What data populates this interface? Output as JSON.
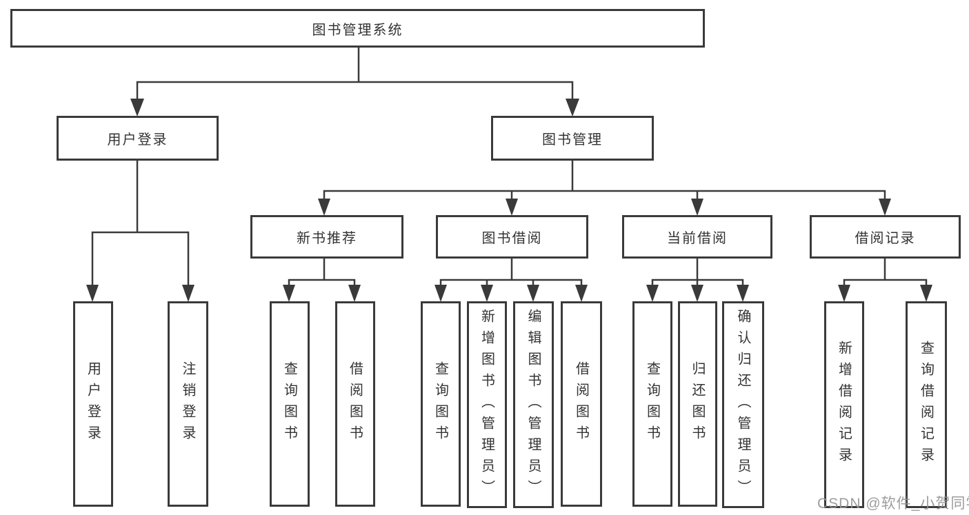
{
  "diagram_title": "图书管理系统",
  "nodes": {
    "root": "图书管理系统",
    "user_login": "用户登录",
    "book_mgmt": "图书管理",
    "new_book": "新书推荐",
    "book_borrow": "图书借阅",
    "current_borrow": "当前借阅",
    "borrow_records": "借阅记录"
  },
  "leaves": {
    "user_login": [
      "用户登录",
      "注销登录"
    ],
    "new_book": [
      "查询图书",
      "借阅图书"
    ],
    "book_borrow": [
      "查询图书",
      "新增图书（管理员）",
      "编辑图书（管理员）",
      "借阅图书"
    ],
    "current_borrow": [
      "查询图书",
      "归还图书",
      "确认归还（管理员）"
    ],
    "borrow_records": [
      "新增借阅记录",
      "查询借阅记录"
    ]
  },
  "watermark": "CSDN @软件_小贺同学",
  "colors": {
    "line": "#3a3a3a",
    "border": "#3a3a3a",
    "text": "#333333",
    "box_fill": "#ffffff",
    "watermark": "#949494",
    "background": "#ffffff"
  }
}
